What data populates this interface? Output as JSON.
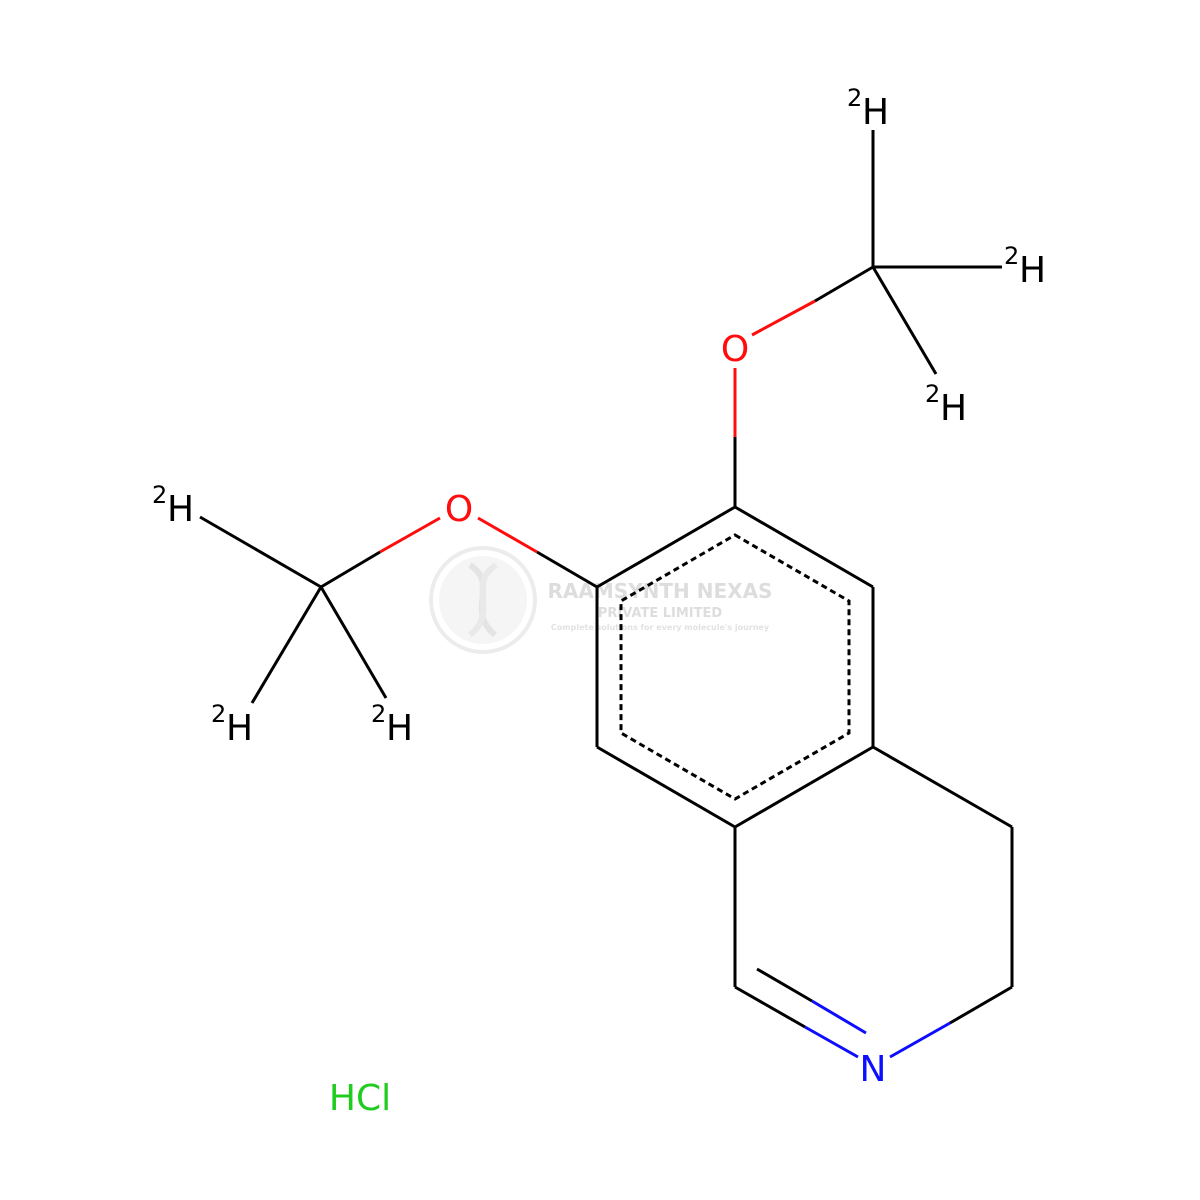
{
  "colors": {
    "oxygen": "#ff0d0d",
    "nitrogen": "#0d0dff",
    "salt": "#1fcc1f",
    "bond": "#000000",
    "watermark": "#dddddd"
  },
  "labels": {
    "o_upper": "O",
    "o_lower": "O",
    "n_ring": "N",
    "h_element": "H",
    "isotope": "2",
    "salt": "HCl"
  },
  "watermark": {
    "line1": "RAAMSYNTH NEXAS",
    "line2": "PRIVATE LIMITED",
    "tagline": "Complete solutions for every molecule's journey"
  }
}
